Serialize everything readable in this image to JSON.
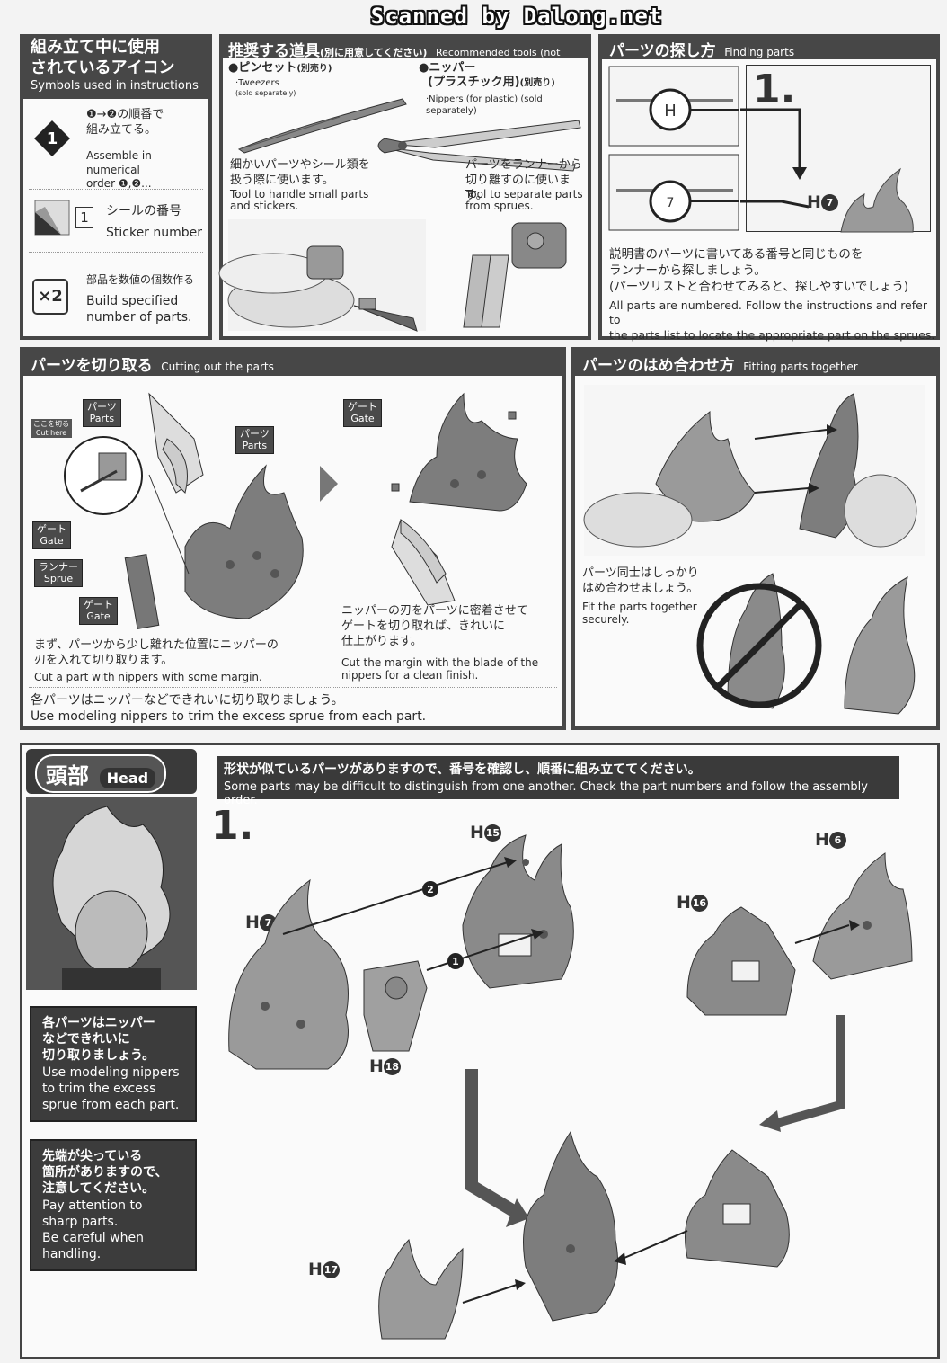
{
  "watermark": "Scanned by Dalong.net",
  "icons_section": {
    "title_jp": "組み立て中に使用されているアイコン",
    "title_line1": "組み立て中に使用",
    "title_line2": "されているアイコン",
    "title_en": "Symbols used in instructions",
    "assemble_jp_line1": "❶→❷の順番で",
    "assemble_jp_line2": "組み立てる。",
    "assemble_en_line1": "Assemble in numerical",
    "assemble_en_line2": "order ❶,❷...",
    "assemble_icon": "1",
    "sticker_num": "1",
    "sticker_jp": "シールの番号",
    "sticker_en": "Sticker number",
    "build_icon": "×2",
    "build_jp": "部品を数値の個数作る",
    "build_en_line1": "Build specified",
    "build_en_line2": "number of parts."
  },
  "tools_section": {
    "title_jp": "推奨する道具",
    "title_sub_jp": "(別に用意してください)",
    "title_en": "Recommended tools (not included)",
    "tweezers_jp": "●ピンセット",
    "tweezers_sold_jp": "(別売り)",
    "tweezers_en": "·Tweezers",
    "tweezers_sold_en": "(sold separately)",
    "tweezers_desc_jp_1": "細かいパーツやシール類を",
    "tweezers_desc_jp_2": "扱う際に使います。",
    "tweezers_desc_en_1": "Tool to handle small parts",
    "tweezers_desc_en_2": "and stickers.",
    "nippers_jp": "●ニッパー",
    "nippers_jp_2": "(プラスチック用)",
    "nippers_sold_jp": "(別売り)",
    "nippers_en": "·Nippers (for plastic) (sold separately)",
    "nippers_desc_jp_1": "パーツをランナーから",
    "nippers_desc_jp_2": "切り離すのに使います。",
    "nippers_desc_en_1": "Tool to separate parts",
    "nippers_desc_en_2": "from sprues."
  },
  "finding_section": {
    "title_jp": "パーツの探し方",
    "title_en": "Finding parts",
    "step": "1.",
    "runner_letter": "H",
    "runner_num": "7",
    "part_label": "H",
    "part_num": "7",
    "desc_jp_1": "説明書のパーツに書いてある番号と同じものを",
    "desc_jp_2": "ランナーから探しましょう。",
    "desc_jp_3": "(パーツリストと合わせてみると、探しやすいでしょう)",
    "desc_en_1": "All parts are numbered. Follow the instructions and refer to",
    "desc_en_2": "the parts list to locate the appropriate part on the sprues."
  },
  "cutting_section": {
    "title_jp": "パーツを切り取る",
    "title_en": "Cutting out the parts",
    "cut_here_jp": "ここを切る",
    "cut_here_en": "Cut here",
    "parts_jp": "パーツ",
    "parts_en": "Parts",
    "gate_jp": "ゲート",
    "gate_en": "Gate",
    "runner_jp": "ランナー",
    "runner_en": "Sprue",
    "desc1_jp_1": "まず、パーツから少し離れた位置にニッパーの",
    "desc1_jp_2": "刃を入れて切り取ります。",
    "desc1_en": "Cut a part with nippers with some margin.",
    "desc2_jp_1": "ニッパーの刃をパーツに密着させて",
    "desc2_jp_2": "ゲートを切り取れば、きれいに",
    "desc2_jp_3": "仕上がります。",
    "desc2_en_1": "Cut the margin with the blade of the",
    "desc2_en_2": "nippers for a clean finish.",
    "footer_jp": "各パーツはニッパーなどできれいに切り取りましょう。",
    "footer_en": "Use modeling nippers to trim the excess sprue from each part."
  },
  "fitting_section": {
    "title_jp": "パーツのはめ合わせ方",
    "title_en": "Fitting parts together",
    "desc_jp_1": "パーツ同士はしっかり",
    "desc_jp_2": "はめ合わせましょう。",
    "desc_en_1": "Fit the parts together",
    "desc_en_2": "securely."
  },
  "head_section": {
    "title_jp": "頭部",
    "title_en": "Head",
    "notice_jp": "形状が似ているパーツがありますので、番号を確認し、順番に組み立ててください。",
    "notice_en": "Some parts may be difficult to distinguish from one another. Check the part numbers and follow the assembly order.",
    "step": "1.",
    "note1_jp_1": "各パーツはニッパー",
    "note1_jp_2": "などできれいに",
    "note1_jp_3": "切り取りましょう。",
    "note1_en_1": "Use modeling nippers",
    "note1_en_2": "to trim the excess",
    "note1_en_3": "sprue from each part.",
    "note2_jp_1": "先端が尖っている",
    "note2_jp_2": "箇所がありますので、",
    "note2_jp_3": "注意してください。",
    "note2_en_1": "Pay attention to",
    "note2_en_2": "sharp parts.",
    "note2_en_3": "Be careful when",
    "note2_en_4": "handling.",
    "parts": [
      {
        "letter": "H",
        "num": "15"
      },
      {
        "letter": "H",
        "num": "7"
      },
      {
        "letter": "H",
        "num": "18"
      },
      {
        "letter": "H",
        "num": "6"
      },
      {
        "letter": "H",
        "num": "16"
      },
      {
        "letter": "H",
        "num": "17"
      }
    ],
    "order_1": "1",
    "order_2": "2"
  },
  "colors": {
    "panel_dark": "#474747",
    "panel_light": "#fafafa",
    "part_gray": "#8a8a8a",
    "part_dark": "#6a6a6a"
  }
}
